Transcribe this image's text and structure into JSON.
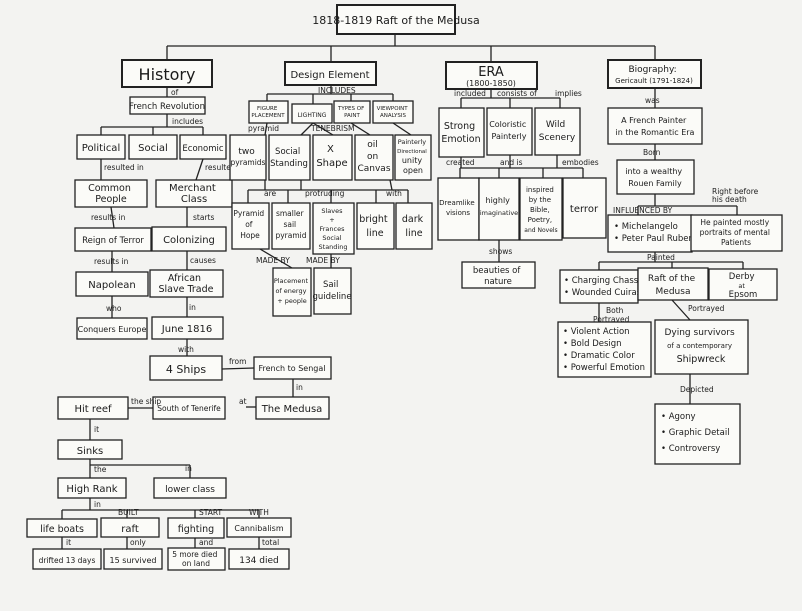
{
  "title": "1818-1819 Raft of the Medusa",
  "history": {
    "title": "History",
    "lk_of": "of",
    "french_revolution": "French Revolution",
    "lk_includes": "includes",
    "political": "Political",
    "social": "Social",
    "economic": "Economic",
    "lk_resulted_in_a": "resulted in",
    "lk_resulted_in_b": "resulted in",
    "common_people": [
      "Common",
      "People"
    ],
    "merchant_class": [
      "Merchant",
      "Class"
    ],
    "lk_results_in": "results in",
    "lk_starts": "starts",
    "reign_of_terror": "Reign of Terror",
    "colonizing": "Colonizing",
    "lk_results_in_2": "results in",
    "lk_causes": "causes",
    "napolean": "Napolean",
    "african_slave_trade": [
      "African",
      "Slave Trade"
    ],
    "lk_who": "who",
    "lk_in": "in",
    "conquers_europe": "Conquers Europe",
    "june_1816": "June 1816",
    "lk_with": "with",
    "four_ships": "4 Ships",
    "lk_from": "from",
    "french_to_sengal": "French to Sengal",
    "lk_in_2": "in",
    "the_medusa": "The Medusa",
    "lk_at": "at",
    "south_of_tenerife": "South of Tenerife",
    "lk_the_ship": "the ship",
    "hit_reef": "Hit reef",
    "lk_it": "it",
    "sinks": "Sinks",
    "lk_the": "the",
    "lk_in_3": "in",
    "high_rank": "High Rank",
    "lower_class": "lower class",
    "lk_in_4": "in",
    "lk_built": "BUILT",
    "lk_start": "START",
    "lk_with_2": "WITH",
    "life_boats": "life boats",
    "raft": "raft",
    "fighting": "fighting",
    "cannibalism": "Cannibalism",
    "lk_it_2": "it",
    "lk_only": "only",
    "lk_and": "and",
    "lk_total": "total",
    "drifted": "drifted 13 days",
    "survived": "15 survived",
    "more_died": [
      "5 more died",
      "on land"
    ],
    "died_134": "134 died"
  },
  "design": {
    "title": "Design Element",
    "lk_includes": "INCLUDES",
    "figure_placement": [
      "FIGURE",
      "PLACEMENT"
    ],
    "lighting": "LIGHTING",
    "types_of_paint": [
      "TYPES OF",
      "PAINT"
    ],
    "viewpoint_analysis": [
      "VIEWPOINT",
      "ANALYSIS"
    ],
    "lk_pyramid": "pyramid",
    "lk_tenebrism": "TENEBRISM",
    "two_pyramids": [
      "two",
      "pyramids"
    ],
    "social_standing": [
      "Social",
      "Standing"
    ],
    "x_shape": [
      "X",
      "Shape"
    ],
    "oil_on_canvas": [
      "oil",
      "on",
      "Canvas"
    ],
    "painterly": [
      "Painterly",
      "Directional",
      "unity",
      "open"
    ],
    "lk_are": "are",
    "lk_protruding": "protruding",
    "lk_with": "with",
    "pyramid_of_hope": [
      "Pyramid",
      "of",
      "Hope"
    ],
    "smaller_sail": [
      "smaller",
      "sail",
      "pyramid"
    ],
    "slaves_frances": [
      "Slaves",
      "+",
      "Frances",
      "Social",
      "Standing"
    ],
    "bright_line": [
      "bright",
      "line"
    ],
    "dark_line": [
      "dark",
      "line"
    ],
    "lk_made_by": "MADE BY",
    "lk_made_by_2": "MADE BY",
    "placement_energy": [
      "Placement",
      "of energy",
      "+ people"
    ],
    "sail_guideline": [
      "Sail",
      "guideline"
    ]
  },
  "era": {
    "title": "ERA",
    "years": "(1800-1850)",
    "lk_included": "included",
    "lk_consists_of": "consists of",
    "lk_implies": "implies",
    "strong_emotion": [
      "Strong",
      "Emotion"
    ],
    "colorist_painterly": [
      "Coloristic",
      "Painterly"
    ],
    "wild_scenery": [
      "Wild",
      "Scenery"
    ],
    "lk_created": "created",
    "lk_and_is": "and is",
    "lk_embodies": "embodies",
    "dreamlike_visions": [
      "Dreamlike",
      "visions"
    ],
    "highly_imaginative": [
      "highly",
      "imaginative"
    ],
    "inspired_by": [
      "inspired",
      "by the",
      "Bible,",
      "Poetry,",
      "and Novels"
    ],
    "terror": "terror",
    "lk_shows": "shows",
    "beauties_of_nature": [
      "beauties of",
      "nature"
    ]
  },
  "bio": {
    "title": [
      "Biography:",
      "Gericault (1791-1824)"
    ],
    "lk_was": "was",
    "french_painter": [
      "A French Painter",
      "in the Romantic Era"
    ],
    "lk_born": "Born",
    "wealthy_family": [
      "into a wealthy",
      "Rouen Family"
    ],
    "lk_right_before": [
      "Right before",
      "his death"
    ],
    "lk_influenced_by": "INFLUENCED BY",
    "influences": [
      "Michelangelo",
      "Peter Paul Rubens"
    ],
    "portraits": [
      "He painted mostly",
      "portraits of mental",
      "Patients"
    ],
    "lk_painted": "Painted",
    "paintings_left": [
      "Charging Chasseur",
      "Wounded Cuirassier"
    ],
    "raft_of_medusa": [
      "Raft of the",
      "Medusa"
    ],
    "derby_epsom": [
      "Derby",
      "at",
      "Epsom"
    ],
    "lk_both_portrayed": [
      "Both",
      "Portrayed"
    ],
    "lk_portrayed": "Portrayed",
    "action_list": [
      "Violent Action",
      "Bold Design",
      "Dramatic Color",
      "Powerful Emotion"
    ],
    "dying_survivors": [
      "Dying survivors",
      "of a contemporary",
      "Shipwreck"
    ],
    "lk_depicted": "Depicted",
    "depicted_list": [
      "Agony",
      "Graphic Detail",
      "Controversy"
    ]
  }
}
